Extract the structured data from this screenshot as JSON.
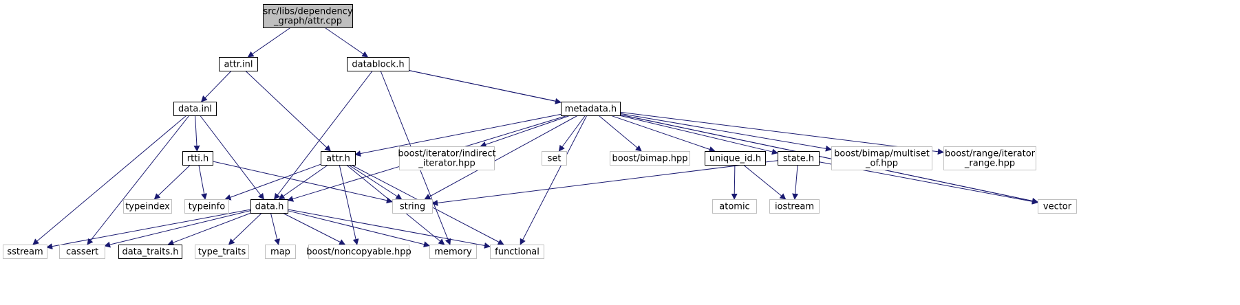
{
  "diagram": {
    "nodes": [
      {
        "id": "attr_cpp",
        "lines": [
          "src/libs/dependency",
          "_graph/attr.cpp"
        ],
        "style": "root"
      },
      {
        "id": "attr_inl",
        "lines": [
          "attr.inl"
        ],
        "style": "doc"
      },
      {
        "id": "datablock_h",
        "lines": [
          "datablock.h"
        ],
        "style": "doc"
      },
      {
        "id": "data_inl",
        "lines": [
          "data.inl"
        ],
        "style": "doc"
      },
      {
        "id": "metadata_h",
        "lines": [
          "metadata.h"
        ],
        "style": "doc"
      },
      {
        "id": "rtti_h",
        "lines": [
          "rtti.h"
        ],
        "style": "doc"
      },
      {
        "id": "attr_h",
        "lines": [
          "attr.h"
        ],
        "style": "doc"
      },
      {
        "id": "boost_indirect",
        "lines": [
          "boost/iterator/indirect",
          "_iterator.hpp"
        ],
        "style": "ext"
      },
      {
        "id": "set",
        "lines": [
          "set"
        ],
        "style": "ext"
      },
      {
        "id": "boost_bimap",
        "lines": [
          "boost/bimap.hpp"
        ],
        "style": "ext"
      },
      {
        "id": "unique_id_h",
        "lines": [
          "unique_id.h"
        ],
        "style": "doc"
      },
      {
        "id": "state_h",
        "lines": [
          "state.h"
        ],
        "style": "doc"
      },
      {
        "id": "boost_multiset",
        "lines": [
          "boost/bimap/multiset",
          "_of.hpp"
        ],
        "style": "ext"
      },
      {
        "id": "boost_range",
        "lines": [
          "boost/range/iterator",
          "_range.hpp"
        ],
        "style": "ext"
      },
      {
        "id": "typeindex",
        "lines": [
          "typeindex"
        ],
        "style": "ext"
      },
      {
        "id": "typeinfo",
        "lines": [
          "typeinfo"
        ],
        "style": "ext"
      },
      {
        "id": "data_h",
        "lines": [
          "data.h"
        ],
        "style": "doc"
      },
      {
        "id": "string",
        "lines": [
          "string"
        ],
        "style": "ext"
      },
      {
        "id": "atomic",
        "lines": [
          "atomic"
        ],
        "style": "ext"
      },
      {
        "id": "iostream",
        "lines": [
          "iostream"
        ],
        "style": "ext"
      },
      {
        "id": "vector",
        "lines": [
          "vector"
        ],
        "style": "ext"
      },
      {
        "id": "sstream",
        "lines": [
          "sstream"
        ],
        "style": "ext"
      },
      {
        "id": "cassert",
        "lines": [
          "cassert"
        ],
        "style": "ext"
      },
      {
        "id": "data_traits_h",
        "lines": [
          "data_traits.h"
        ],
        "style": "doc"
      },
      {
        "id": "type_traits",
        "lines": [
          "type_traits"
        ],
        "style": "ext"
      },
      {
        "id": "map",
        "lines": [
          "map"
        ],
        "style": "ext"
      },
      {
        "id": "boost_noncopyable",
        "lines": [
          "boost/noncopyable.hpp"
        ],
        "style": "ext"
      },
      {
        "id": "memory",
        "lines": [
          "memory"
        ],
        "style": "ext"
      },
      {
        "id": "functional",
        "lines": [
          "functional"
        ],
        "style": "ext"
      }
    ],
    "edges": [
      [
        "attr_cpp",
        "attr_inl"
      ],
      [
        "attr_cpp",
        "datablock_h"
      ],
      [
        "attr_inl",
        "data_inl"
      ],
      [
        "attr_inl",
        "attr_h"
      ],
      [
        "datablock_h",
        "data_h"
      ],
      [
        "datablock_h",
        "memory"
      ],
      [
        "datablock_h",
        "metadata_h"
      ],
      [
        "datablock_h",
        "vector"
      ],
      [
        "data_inl",
        "sstream"
      ],
      [
        "data_inl",
        "cassert"
      ],
      [
        "data_inl",
        "rtti_h"
      ],
      [
        "data_inl",
        "data_h"
      ],
      [
        "rtti_h",
        "typeindex"
      ],
      [
        "rtti_h",
        "typeinfo"
      ],
      [
        "rtti_h",
        "string"
      ],
      [
        "metadata_h",
        "data_h"
      ],
      [
        "metadata_h",
        "attr_h"
      ],
      [
        "metadata_h",
        "boost_indirect"
      ],
      [
        "metadata_h",
        "string"
      ],
      [
        "metadata_h",
        "set"
      ],
      [
        "metadata_h",
        "boost_bimap"
      ],
      [
        "metadata_h",
        "unique_id_h"
      ],
      [
        "metadata_h",
        "state_h"
      ],
      [
        "metadata_h",
        "boost_multiset"
      ],
      [
        "metadata_h",
        "boost_range"
      ],
      [
        "metadata_h",
        "vector"
      ],
      [
        "metadata_h",
        "functional"
      ],
      [
        "attr_h",
        "typeinfo"
      ],
      [
        "attr_h",
        "data_h"
      ],
      [
        "attr_h",
        "string"
      ],
      [
        "attr_h",
        "boost_noncopyable"
      ],
      [
        "attr_h",
        "memory"
      ],
      [
        "attr_h",
        "functional"
      ],
      [
        "unique_id_h",
        "atomic"
      ],
      [
        "unique_id_h",
        "iostream"
      ],
      [
        "state_h",
        "string"
      ],
      [
        "state_h",
        "iostream"
      ],
      [
        "state_h",
        "vector"
      ],
      [
        "data_h",
        "sstream"
      ],
      [
        "data_h",
        "cassert"
      ],
      [
        "data_h",
        "data_traits_h"
      ],
      [
        "data_h",
        "type_traits"
      ],
      [
        "data_h",
        "map"
      ],
      [
        "data_h",
        "boost_noncopyable"
      ],
      [
        "data_h",
        "memory"
      ],
      [
        "data_h",
        "functional"
      ]
    ],
    "colors": {
      "edge": "#191970",
      "doc_border": "#000000",
      "root_fill": "#bfbfbf",
      "ext_border": "#bfbfbf",
      "text": "#000000"
    }
  }
}
